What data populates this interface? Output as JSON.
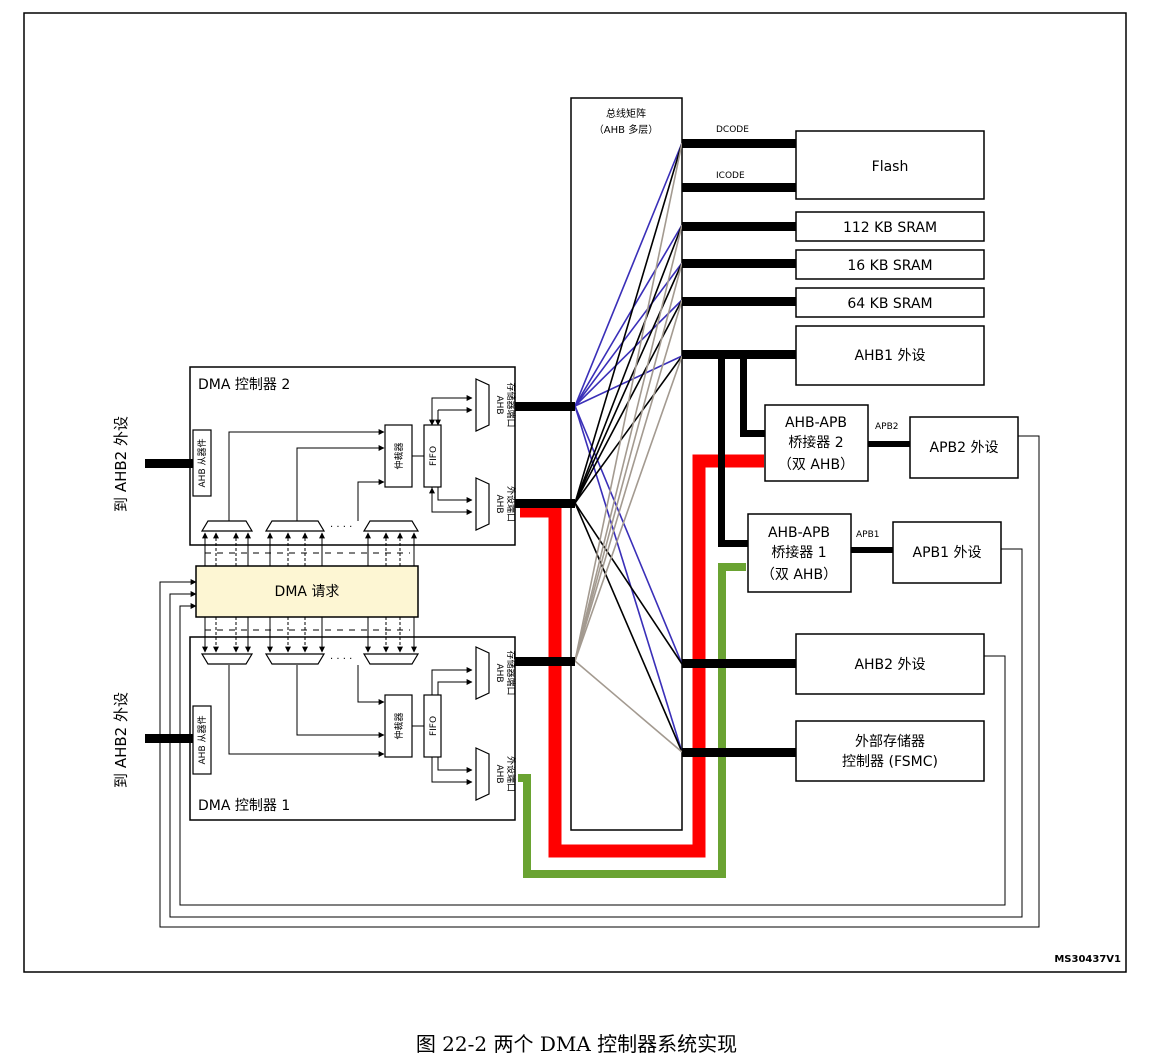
{
  "bus_matrix": {
    "line1": "总线矩阵",
    "line2": "（AHB 多层）"
  },
  "bus_labels": {
    "dcode": "DCODE",
    "icode": "ICODE",
    "apb2": "APB2",
    "apb1": "APB1"
  },
  "targets": {
    "flash": "Flash",
    "sram112": "112 KB SRAM",
    "sram16": "16 KB SRAM",
    "sram64": "64 KB SRAM",
    "ahb1": "AHB1 外设",
    "bridge2": {
      "line1": "AHB-APB",
      "line2": "桥接器 2",
      "line3": "（双 AHB）"
    },
    "apb2_periph": "APB2 外设",
    "bridge1": {
      "line1": "AHB-APB",
      "line2": "桥接器 1",
      "line3": "（双 AHB）"
    },
    "apb1_periph": "APB1 外设",
    "ahb2": "AHB2 外设",
    "fsmc": {
      "line1": "外部存储器",
      "line2": "控制器 (FSMC)"
    }
  },
  "dma2": {
    "title": "DMA 控制器 2",
    "slave": "AHB 从器件",
    "arbiter": "仲裁器",
    "fifo": "FIFO",
    "mem_port": {
      "line1": "AHB",
      "line2": "存储器端口"
    },
    "periph_port": {
      "line1": "AHB",
      "line2": "外设端口"
    }
  },
  "dma1": {
    "title": "DMA 控制器 1",
    "slave": "AHB 从器件",
    "arbiter": "仲裁器",
    "fifo": "FIFO",
    "mem_port": {
      "line1": "AHB",
      "line2": "存储器端口"
    },
    "periph_port": {
      "line1": "AHB",
      "line2": "外设端口"
    }
  },
  "dma_request": "DMA 请求",
  "side_labels": {
    "upper": "到 AHB2 外设",
    "lower": "到 AHB2 外设"
  },
  "figure_id": "MS30437V1",
  "caption": "图 22-2 两个 DMA 控制器系统实现",
  "colors": {
    "bus_black": "#000000",
    "bus_blue": "#3a2fb8",
    "bus_gray": "#a39a90",
    "path_red": "#ff0000",
    "path_green": "#6aa332",
    "dma_request_fill": "#fdf6d3"
  }
}
